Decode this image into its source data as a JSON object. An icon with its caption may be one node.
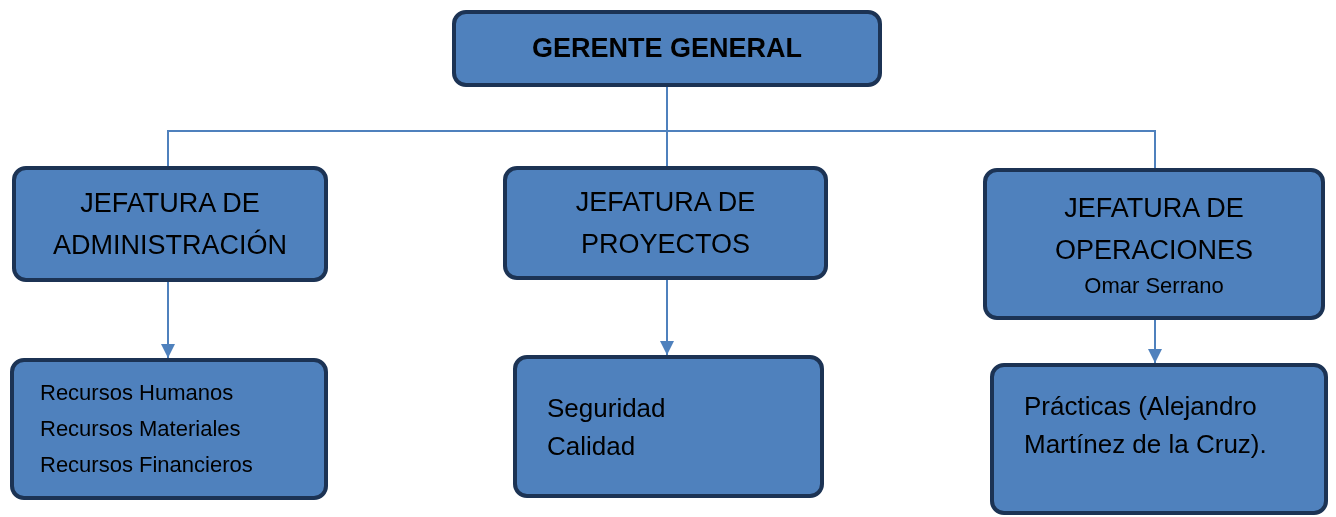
{
  "diagram": {
    "nodes": [
      {
        "text": [
          "GERENTE GENERAL"
        ]
      },
      {
        "text": [
          "JEFATURA DE ADMINISTRACIÓN"
        ]
      },
      {
        "text": [
          "JEFATURA DE PROYECTOS"
        ]
      },
      {
        "text": [
          "JEFATURA DE OPERACIONES",
          "Omar Serrano"
        ]
      },
      {
        "text": [
          "Recursos Humanos",
          "Recursos Materiales",
          "Recursos Financieros"
        ]
      },
      {
        "text": [
          "Seguridad",
          "Calidad"
        ]
      },
      {
        "text": [
          "Prácticas (Alejandro Martínez de la Cruz)."
        ]
      }
    ],
    "edges": [
      {
        "from": 0,
        "to": 1,
        "arrow": "none"
      },
      {
        "from": 0,
        "to": 2,
        "arrow": "none"
      },
      {
        "from": 0,
        "to": 3,
        "arrow": "none"
      },
      {
        "from": 1,
        "to": 4,
        "arrow": "to"
      },
      {
        "from": 2,
        "to": 5,
        "arrow": "to"
      },
      {
        "from": 3,
        "to": 6,
        "arrow": "to"
      }
    ]
  }
}
